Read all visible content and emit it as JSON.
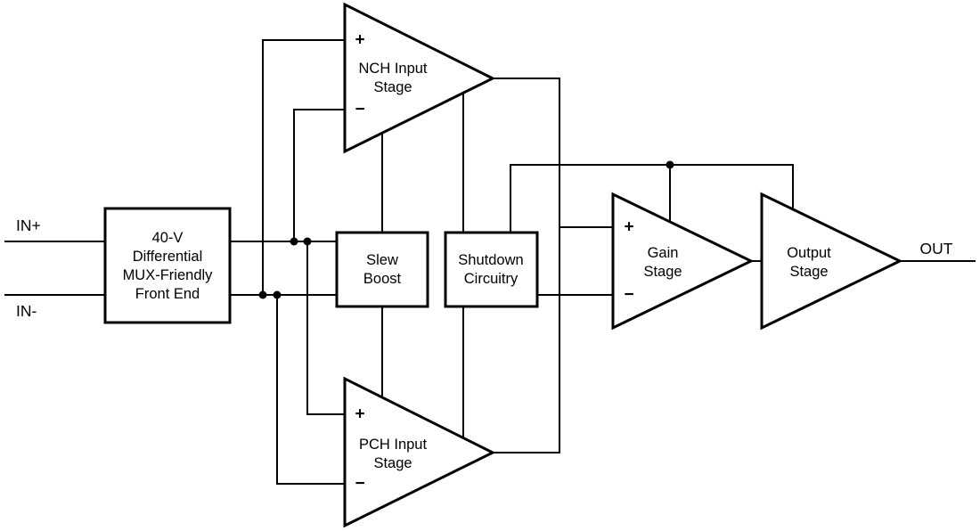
{
  "diagram": {
    "io": {
      "in_plus": "IN+",
      "in_minus": "IN-",
      "out": "OUT"
    },
    "front_end": {
      "lines": [
        "40-V",
        "Differential",
        "MUX-Friendly",
        "Front End"
      ]
    },
    "slew_boost": {
      "lines": [
        "Slew",
        "Boost"
      ]
    },
    "shutdown": {
      "lines": [
        "Shutdown",
        "Circuitry"
      ]
    },
    "nch_stage": {
      "lines": [
        "NCH Input",
        "Stage"
      ],
      "plus": "+",
      "minus": "−"
    },
    "pch_stage": {
      "lines": [
        "PCH Input",
        "Stage"
      ],
      "plus": "+",
      "minus": "−"
    },
    "gain_stage": {
      "lines": [
        "Gain",
        "Stage"
      ],
      "plus": "+",
      "minus": "−"
    },
    "output_stage": {
      "lines": [
        "Output",
        "Stage"
      ]
    },
    "colors": {
      "stroke": "#000000",
      "background": "#ffffff"
    }
  }
}
